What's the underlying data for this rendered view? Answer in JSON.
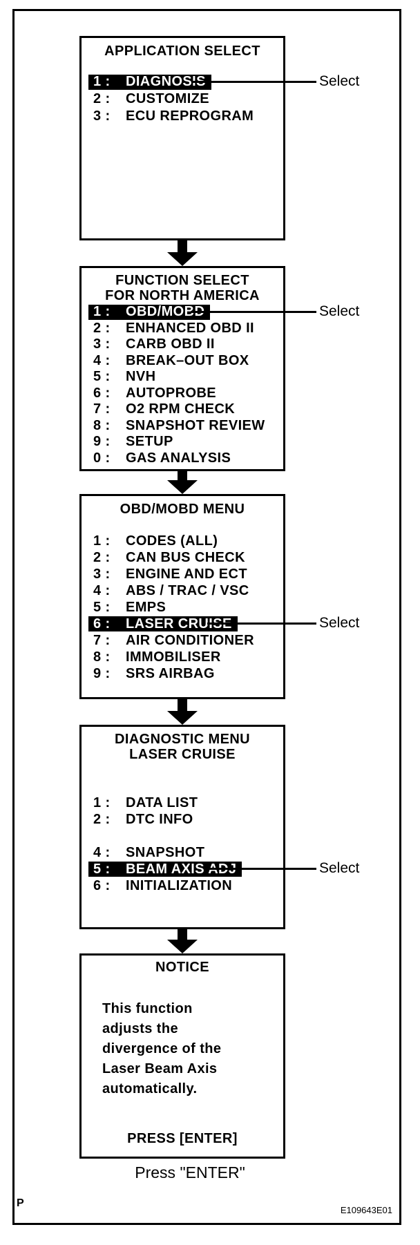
{
  "colors": {
    "ink": "#000000",
    "paper": "#ffffff"
  },
  "screens": [
    {
      "title_lines": [
        "APPLICATION SELECT"
      ],
      "items": [
        {
          "prefix": "1 :",
          "label": "DIAGNOSIS",
          "highlighted": true
        },
        {
          "prefix": "2 :",
          "label": "CUSTOMIZE"
        },
        {
          "prefix": "3 :",
          "label": "ECU REPROGRAM"
        }
      ]
    },
    {
      "title_lines": [
        "FUNCTION SELECT",
        "FOR NORTH AMERICA"
      ],
      "items": [
        {
          "prefix": "1 :",
          "label": "OBD/MOBD",
          "highlighted": true
        },
        {
          "prefix": "2 :",
          "label": "ENHANCED OBD II"
        },
        {
          "prefix": "3 :",
          "label": "CARB OBD II"
        },
        {
          "prefix": "4 :",
          "label": "BREAK–OUT BOX"
        },
        {
          "prefix": "5 :",
          "label": "NVH"
        },
        {
          "prefix": "6 :",
          "label": "AUTOPROBE"
        },
        {
          "prefix": "7 :",
          "label": "O2 RPM CHECK"
        },
        {
          "prefix": "8 :",
          "label": "SNAPSHOT REVIEW"
        },
        {
          "prefix": "9 :",
          "label": "SETUP"
        },
        {
          "prefix": "0 :",
          "label": "GAS ANALYSIS"
        }
      ]
    },
    {
      "title_lines": [
        "OBD/MOBD MENU"
      ],
      "items": [
        {
          "prefix": "1 :",
          "label": "CODES (ALL)"
        },
        {
          "prefix": "2 :",
          "label": "CAN BUS CHECK"
        },
        {
          "prefix": "3 :",
          "label": "ENGINE AND ECT"
        },
        {
          "prefix": "4 :",
          "label": "ABS / TRAC / VSC"
        },
        {
          "prefix": "5 :",
          "label": "EMPS"
        },
        {
          "prefix": "6 :",
          "label": "LASER CRUISE",
          "highlighted": true
        },
        {
          "prefix": "7 :",
          "label": "AIR CONDITIONER"
        },
        {
          "prefix": "8 :",
          "label": "IMMOBILISER"
        },
        {
          "prefix": "9 :",
          "label": "SRS AIRBAG"
        }
      ]
    },
    {
      "title_lines": [
        "DIAGNOSTIC MENU",
        "LASER CRUISE"
      ],
      "items": [
        {
          "prefix": "1 :",
          "label": "DATA LIST"
        },
        {
          "prefix": "2 :",
          "label": "DTC INFO"
        },
        {
          "prefix": "4 :",
          "label": "SNAPSHOT"
        },
        {
          "prefix": "5 :",
          "label": "BEAM AXIS ADJ",
          "highlighted": true
        },
        {
          "prefix": "6 :",
          "label": "INITIALIZATION"
        }
      ]
    },
    {
      "title_lines": [
        "NOTICE"
      ],
      "body_lines": [
        "This function",
        "adjusts the",
        "divergence of the",
        "Laser Beam Axis",
        "automatically."
      ],
      "action": "PRESS [ENTER]"
    }
  ],
  "callouts": [
    {
      "label": "Select"
    },
    {
      "label": "Select"
    },
    {
      "label": "Select"
    },
    {
      "label": "Select"
    }
  ],
  "caption": "Press \"ENTER\"",
  "footer": {
    "page_marker": "P",
    "figure_code": "E109643E01"
  }
}
